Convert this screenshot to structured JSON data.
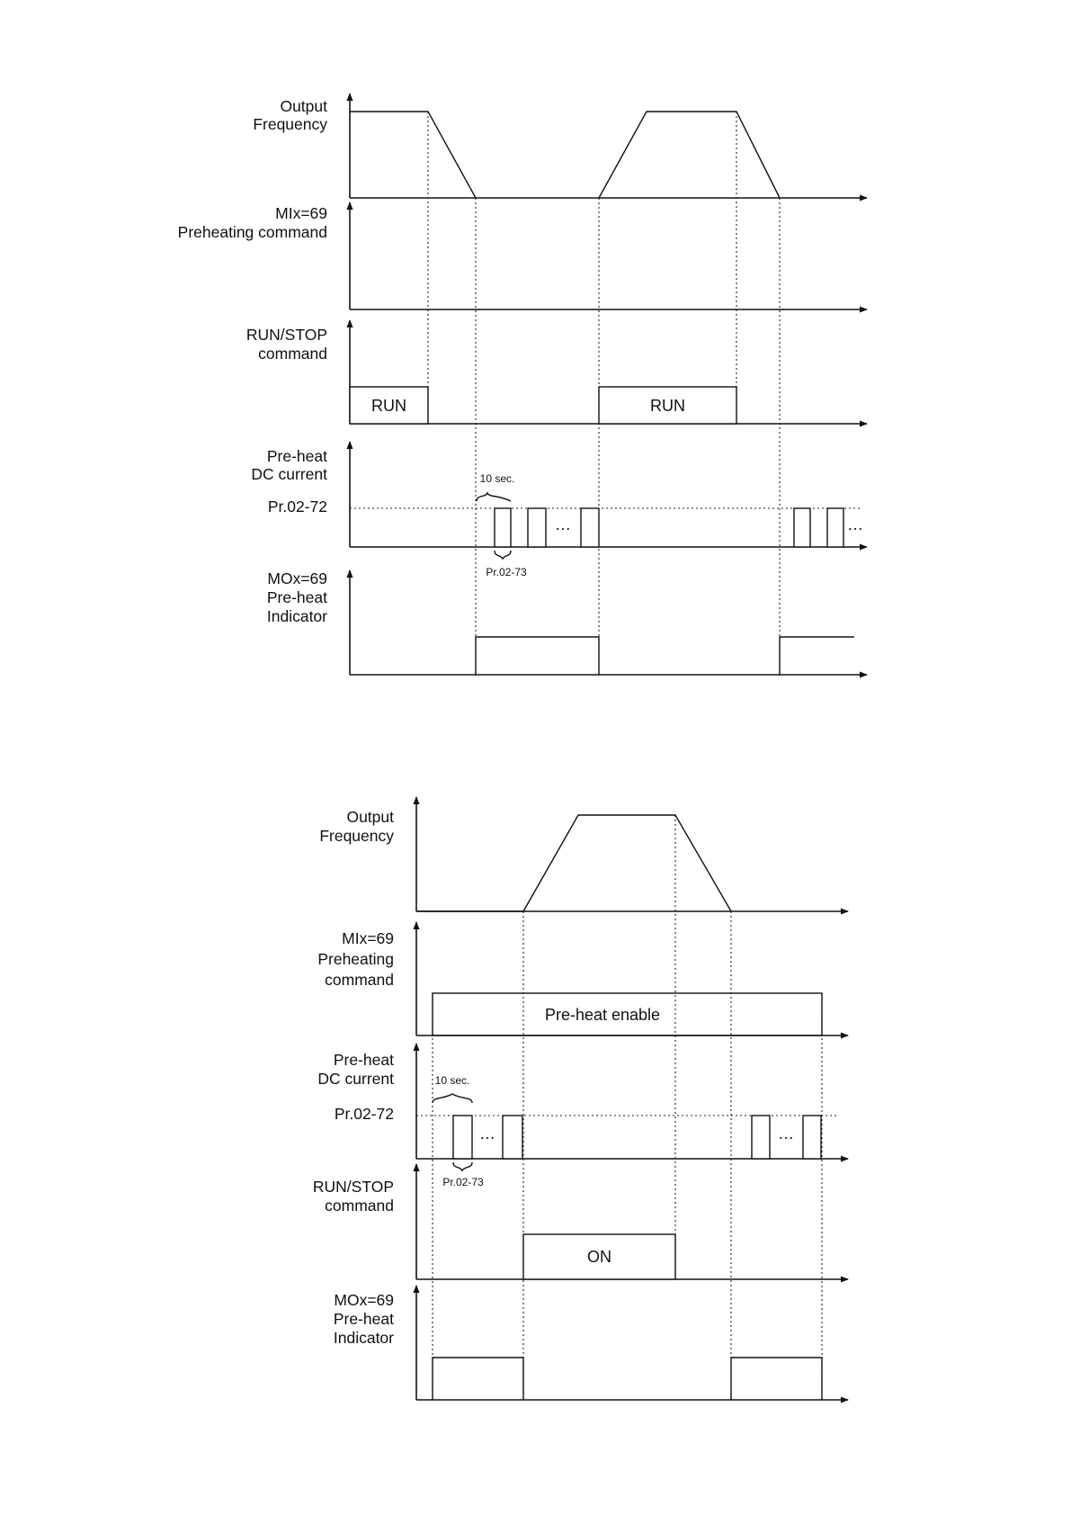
{
  "diagram1": {
    "labels": {
      "output_frequency": [
        "Output",
        "Frequency"
      ],
      "preheating_command": [
        "MIx=69",
        "Preheating command"
      ],
      "run_stop_command": [
        "RUN/STOP",
        "command"
      ],
      "preheat_dc_current": [
        "Pre-heat",
        "DC current"
      ],
      "pr_level": "Pr.02-72",
      "indicator": [
        "MOx=69",
        "Pre-heat",
        "Indicator"
      ]
    },
    "run_box_1": "RUN",
    "run_box_2": "RUN",
    "ten_sec": "10 sec.",
    "pulse_width": "Pr.02-73",
    "ellipsis": "…"
  },
  "diagram2": {
    "labels": {
      "output_frequency": [
        "Output",
        "Frequency"
      ],
      "preheating_command": [
        "MIx=69",
        "Preheating",
        "command"
      ],
      "preheat_dc_current": [
        "Pre-heat",
        "DC current"
      ],
      "pr_level": "Pr.02-72",
      "run_stop_command": [
        "RUN/STOP",
        "command"
      ],
      "indicator": [
        "MOx=69",
        "Pre-heat",
        "Indicator"
      ]
    },
    "enable_box": "Pre-heat enable",
    "on_box": "ON",
    "ten_sec": "10 sec.",
    "pulse_width": "Pr.02-73",
    "ellipsis": "…"
  }
}
